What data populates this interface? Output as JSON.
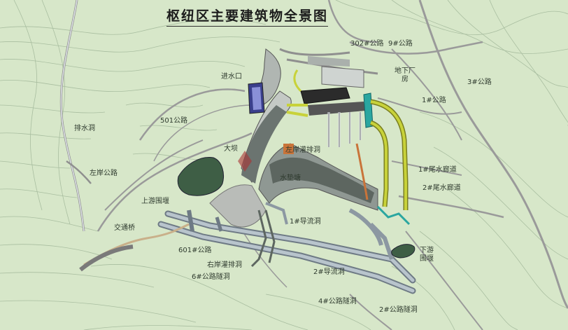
{
  "title": "枢纽区主要建筑物全景图",
  "labels": {
    "road_302": "302#公路",
    "road_9": "9#公路",
    "water_intake": "进水口",
    "underground_powerhouse": "地下厂房",
    "road_3": "3#公路",
    "road_501": "501公路",
    "road_1": "1#公路",
    "drainage_tunnel": "排水洞",
    "dam": "大坝",
    "left_bank_drainage": "左岸灌排洞",
    "left_bank_road": "左岸公路",
    "stilling_pool": "水垫塘",
    "tailrace_1": "1#尾水廊道",
    "tailrace_2": "2#尾水廊道",
    "upstream_cofferdam": "上游围堰",
    "traffic_bridge": "交通桥",
    "diversion_1": "1#导流洞",
    "road_601": "601#公路",
    "right_bank_drainage": "右岸灌排洞",
    "road_tunnel_6": "6#公路隧洞",
    "diversion_2": "2#导流洞",
    "downstream_cofferdam": "下游围堰",
    "road_tunnel_4": "4#公路隧洞",
    "road_tunnel_2": "2#公路隧洞"
  },
  "colors": {
    "terrain": "#d7e7c9",
    "contour": "#a9bea0",
    "road": "#8f8f8f",
    "road_light": "#eeeeee",
    "concrete": "#b7bdb8",
    "dark_concrete": "#5d6660",
    "tunnel": "#8c98a2",
    "tailrace_yellow": "#c8d23a",
    "cofferdam_green": "#3e5e45",
    "intake_blue": "#3a3f8c",
    "teal": "#2aa6a0",
    "orange": "#c9743a",
    "bridge": "#c9b08a"
  }
}
